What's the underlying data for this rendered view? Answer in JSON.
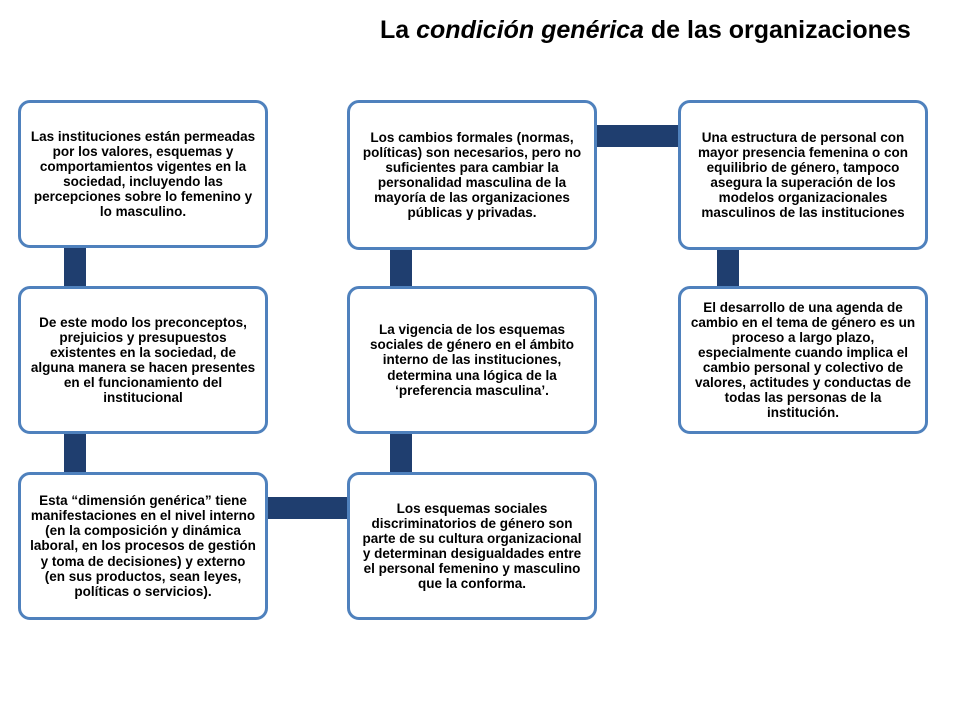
{
  "title": {
    "prefix": "La ",
    "emphasis": "condición genérica",
    "suffix": " de las organizaciones"
  },
  "colors": {
    "box_border": "#4f81bd",
    "connector": "#1f3e6f",
    "text": "#000000",
    "background": "#ffffff"
  },
  "nodes": [
    {
      "id": "col1-top",
      "text": "Las instituciones están permeadas por los valores, esquemas y comportamientos vigentes en la sociedad, incluyendo las percepciones sobre lo femenino y lo masculino."
    },
    {
      "id": "col1-mid",
      "text": "De este modo los preconceptos, prejuicios y presupuestos existentes en la sociedad, de alguna manera se hacen presentes en el funcionamiento del institucional"
    },
    {
      "id": "col1-bottom",
      "text": "Esta “dimensión genérica” tiene manifestaciones en el nivel interno (en la composición y dinámica laboral, en los procesos de gestión y toma de decisiones) y externo (en sus productos, sean leyes, políticas o servicios)."
    },
    {
      "id": "col2-bottom",
      "text": "Los esquemas sociales discriminatorios de género son parte de su cultura organizacional y determinan desigualdades entre el personal femenino y masculino que la conforma."
    },
    {
      "id": "col2-mid",
      "text": "La vigencia de los esquemas sociales de género en el ámbito interno de las instituciones, determina una lógica de la ‘preferencia masculina’."
    },
    {
      "id": "col2-top",
      "text": "Los cambios formales (normas, políticas) son necesarios, pero no suficientes para cambiar la personalidad masculina de la mayoría de las organizaciones públicas y privadas."
    },
    {
      "id": "col3-top",
      "text": "Una estructura de personal con mayor presencia femenina o con equilibrio de género, tampoco asegura la superación de los modelos organizacionales masculinos de las instituciones"
    },
    {
      "id": "col3-bottom",
      "text": "El desarrollo de una agenda de cambio en el tema de género es un proceso a largo plazo, especialmente cuando implica el cambio personal y colectivo de valores, actitudes y conductas de todas las personas de la institución."
    }
  ]
}
